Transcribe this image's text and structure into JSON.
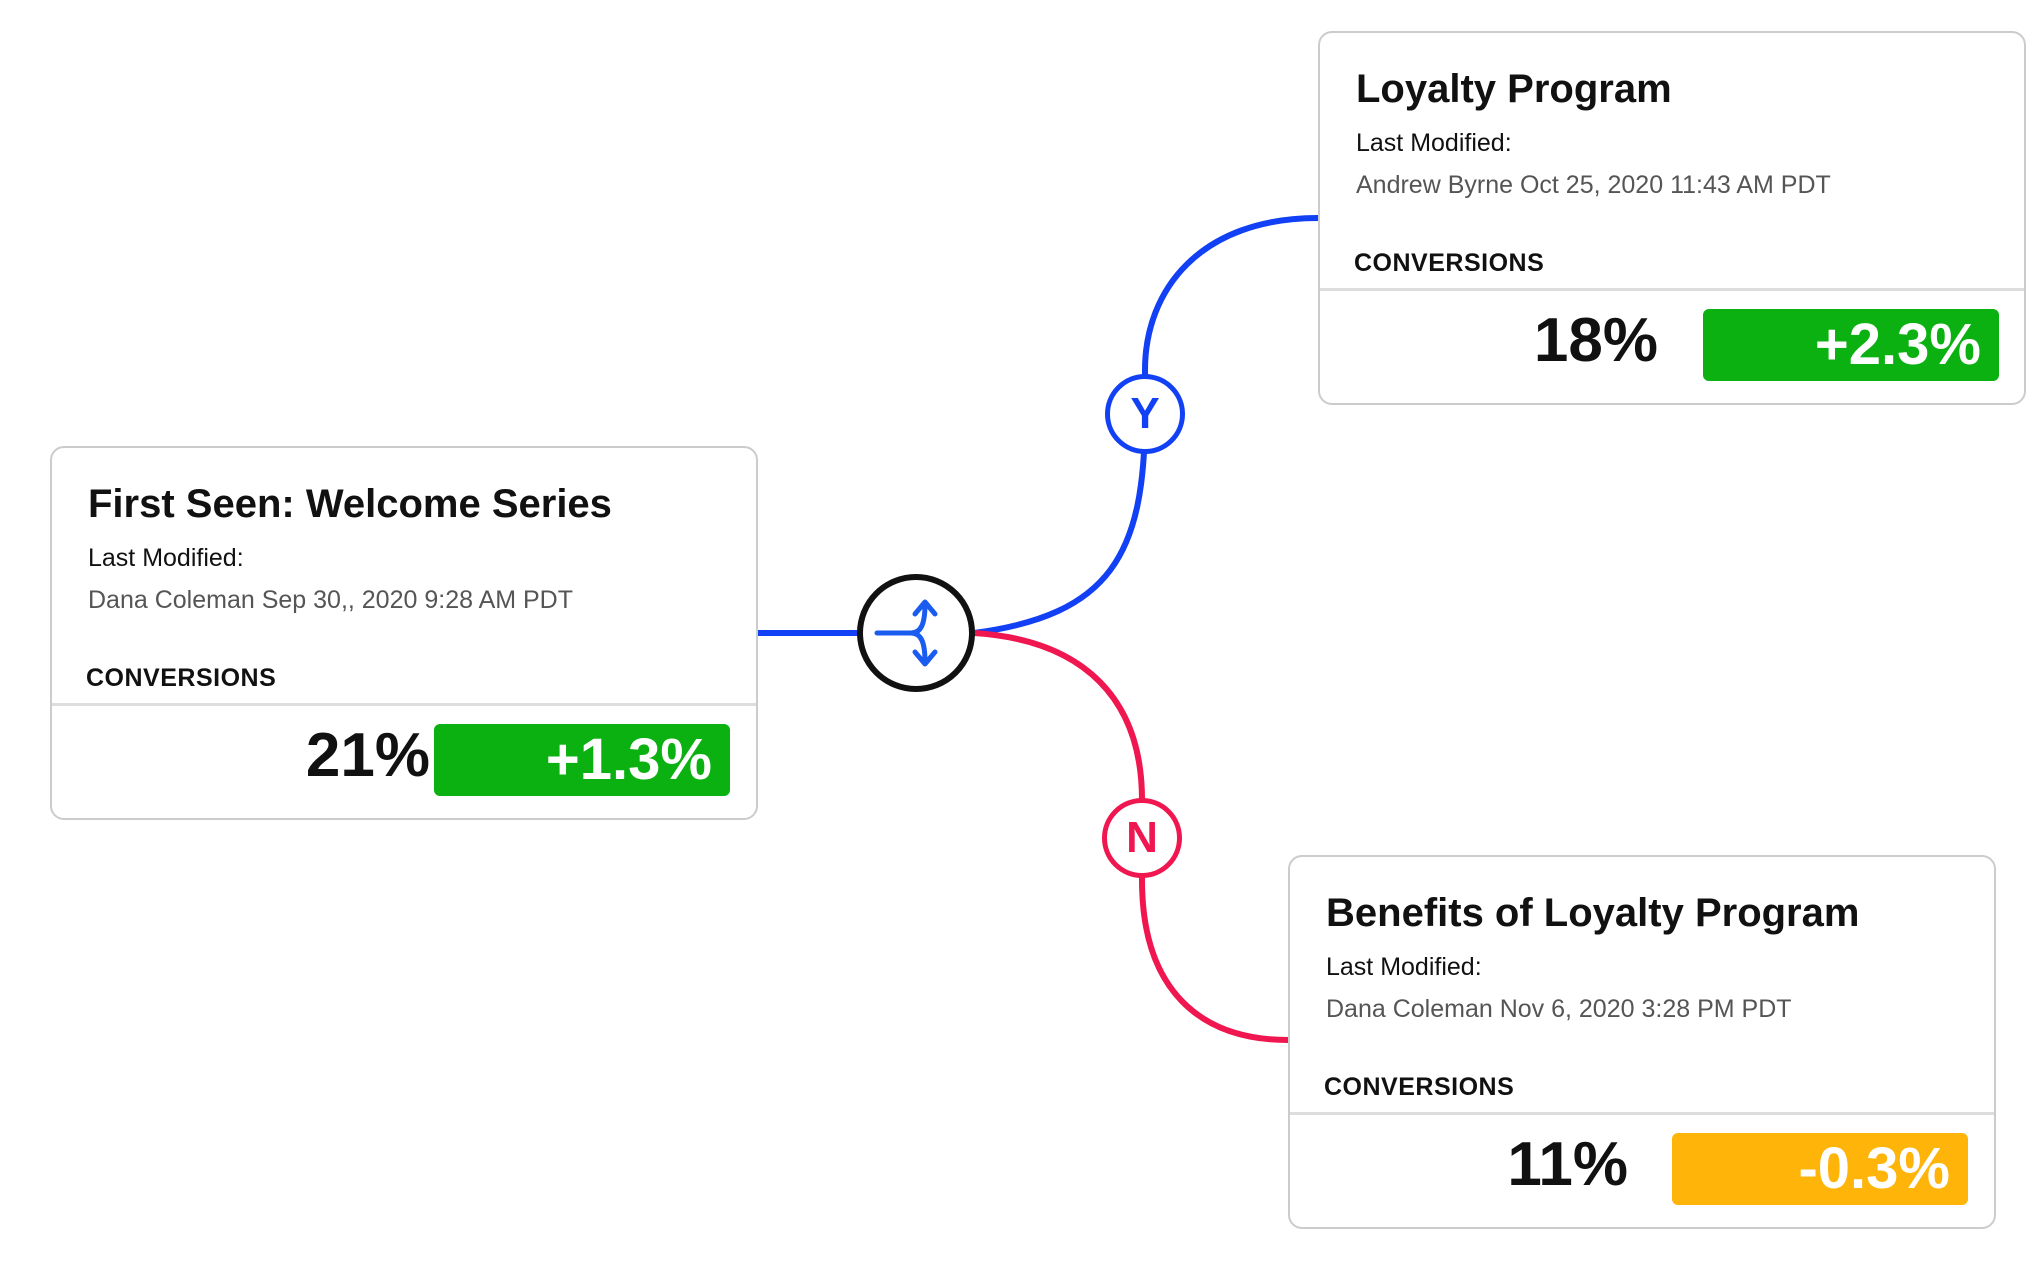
{
  "colors": {
    "yes_branch": "#1240f5",
    "no_branch": "#f0164f",
    "positive_delta": "#0ab110",
    "negative_delta": "#ffb40a",
    "split_icon": "#1a5cf0"
  },
  "split": {
    "icon": "split-arrows-icon",
    "yes_label": "Y",
    "no_label": "N"
  },
  "cards": {
    "source": {
      "title": "First Seen: Welcome Series",
      "last_modified_label": "Last Modified:",
      "last_modified_value": "Dana Coleman Sep 30,, 2020 9:28 AM PDT",
      "conversions_label": "CONVERSIONS",
      "conversion_rate": "21%",
      "delta": "+1.3%",
      "delta_trend": "positive"
    },
    "yes": {
      "title": "Loyalty Program",
      "last_modified_label": "Last Modified:",
      "last_modified_value": "Andrew Byrne  Oct 25, 2020 11:43 AM PDT",
      "conversions_label": "CONVERSIONS",
      "conversion_rate": "18%",
      "delta": "+2.3%",
      "delta_trend": "positive"
    },
    "no": {
      "title": "Benefits of Loyalty Program",
      "last_modified_label": "Last Modified:",
      "last_modified_value": "Dana Coleman  Nov 6, 2020 3:28 PM PDT",
      "conversions_label": "CONVERSIONS",
      "conversion_rate": "11%",
      "delta": "-0.3%",
      "delta_trend": "negative"
    }
  }
}
